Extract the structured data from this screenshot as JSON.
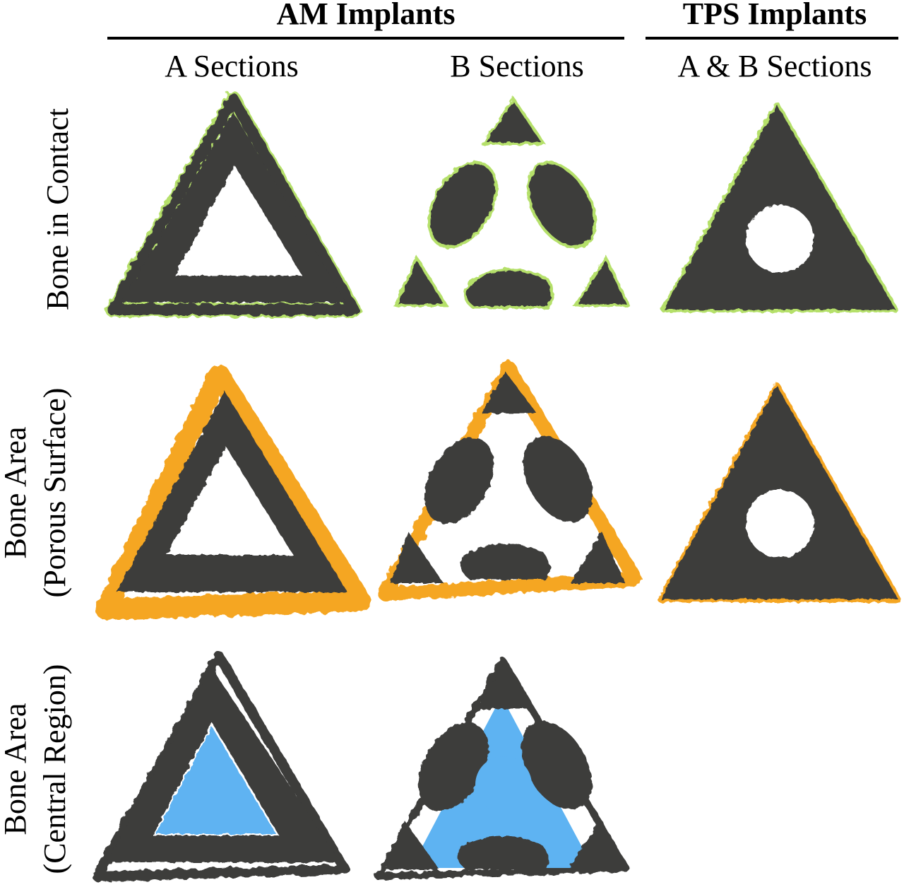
{
  "headers": {
    "am": "AM Implants",
    "tps": "TPS Implants"
  },
  "subheaders": {
    "a": "A Sections",
    "b": "B Sections",
    "ab": "A & B Sections"
  },
  "rows": {
    "contact": "Bone in Contact",
    "porous_line1": "Bone Area",
    "porous_line2": "(Porous Surface)",
    "central_line1": "Bone Area",
    "central_line2": "(Central Region)"
  },
  "colors": {
    "implant": "#3d3d3b",
    "contact": "#b5e06a",
    "porous": "#f5a623",
    "central": "#5eb3f2",
    "background": "#ffffff"
  }
}
